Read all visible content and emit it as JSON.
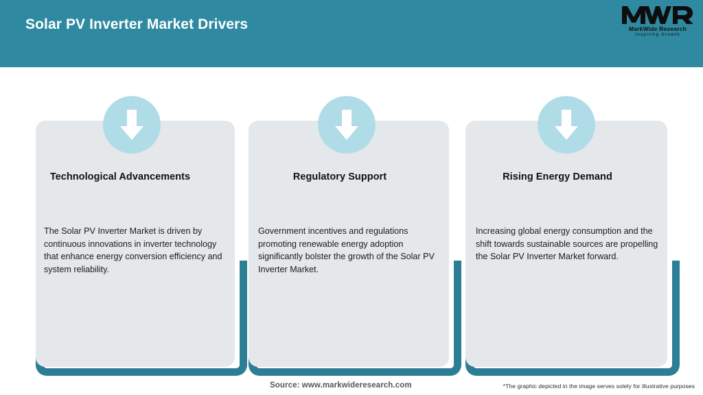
{
  "header": {
    "title": "Solar PV Inverter Market Drivers",
    "background_color": "#2f89a0",
    "title_color": "#ffffff"
  },
  "logo": {
    "mark": "MWR",
    "company": "MarkWide Research",
    "tagline": "Inspiring Growth"
  },
  "theme": {
    "accent_teal": "#2f89a0",
    "frame_teal": "#2b7e94",
    "card_gray": "#e4e8ea",
    "badge_blue": "#b0dce8",
    "arrow_white": "#ffffff"
  },
  "cards": [
    {
      "icon": "arrow-down-icon",
      "title": "Technological Advancements",
      "body": "The Solar PV Inverter Market is driven by continuous innovations in inverter technology that enhance energy conversion efficiency and system reliability."
    },
    {
      "icon": "arrow-down-icon",
      "title": "Regulatory Support",
      "body": "Government incentives and regulations promoting renewable energy adoption significantly bolster the growth of the Solar PV Inverter Market."
    },
    {
      "icon": "arrow-down-icon",
      "title": "Rising Energy Demand",
      "body": "Increasing global energy consumption and the shift towards sustainable sources are propelling the Solar PV Inverter Market forward."
    }
  ],
  "footer": {
    "source": "Source: www.markwideresearch.com",
    "disclaimer": "*The graphic depicted in the image serves solely for illustrative purposes"
  }
}
